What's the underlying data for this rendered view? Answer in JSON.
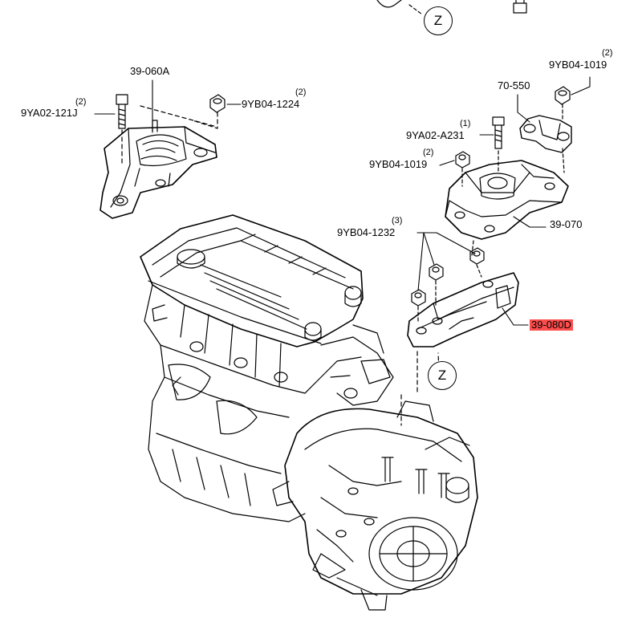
{
  "view_marker": "Z",
  "parts": [
    {
      "number": "39-060A",
      "qty": ""
    },
    {
      "number": "9YA02-121J",
      "qty": "(2)"
    },
    {
      "number": "9YB04-1224",
      "qty": "(2)"
    },
    {
      "number": "9YB04-1019",
      "qty": "(2)"
    },
    {
      "number": "70-550",
      "qty": ""
    },
    {
      "number": "9YA02-A231",
      "qty": "(1)"
    },
    {
      "number": "9YB04-1019",
      "qty": "(2)"
    },
    {
      "number": "39-070",
      "qty": ""
    },
    {
      "number": "9YB04-1232",
      "qty": "(3)"
    },
    {
      "number": "39-080D",
      "qty": ""
    }
  ],
  "colors": {
    "highlight": "#ff4d4d",
    "line": "#000000",
    "background": "#ffffff"
  }
}
